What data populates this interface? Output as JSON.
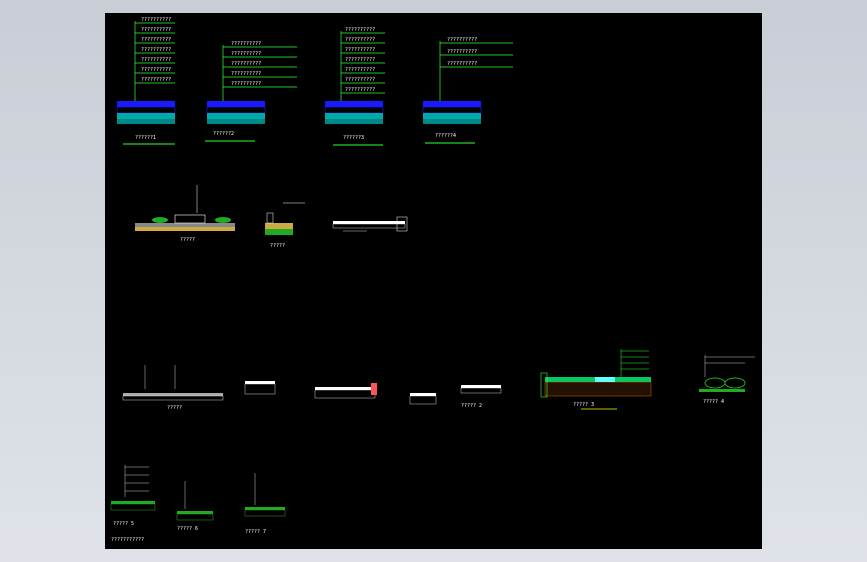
{
  "drawing": {
    "sections_top": [
      {
        "name": "??????1",
        "label_count": 7
      },
      {
        "name": "??????2",
        "label_count": 5
      },
      {
        "name": "??????3",
        "label_count": 7
      },
      {
        "name": "??????4",
        "label_count": 3
      }
    ],
    "details_bottom": [
      {
        "name": "?????"
      },
      {
        "name": "?????"
      },
      {
        "name": "?????"
      },
      {
        "name": "????? 2"
      },
      {
        "name": "????? 3"
      },
      {
        "name": "????? 4"
      },
      {
        "name": "????? 5"
      },
      {
        "name": "????? 6"
      },
      {
        "name": "????? 7"
      }
    ],
    "label_placeholder": "??????????",
    "footer_left": "???????????"
  },
  "colors": {
    "background": "#000000",
    "frame": "#d4d8de",
    "leader": "#33ff33",
    "text": "#ffffff",
    "fill_blue": "#1a1aff",
    "fill_cyan": "#00aaaa",
    "fill_green": "#22aa22"
  }
}
